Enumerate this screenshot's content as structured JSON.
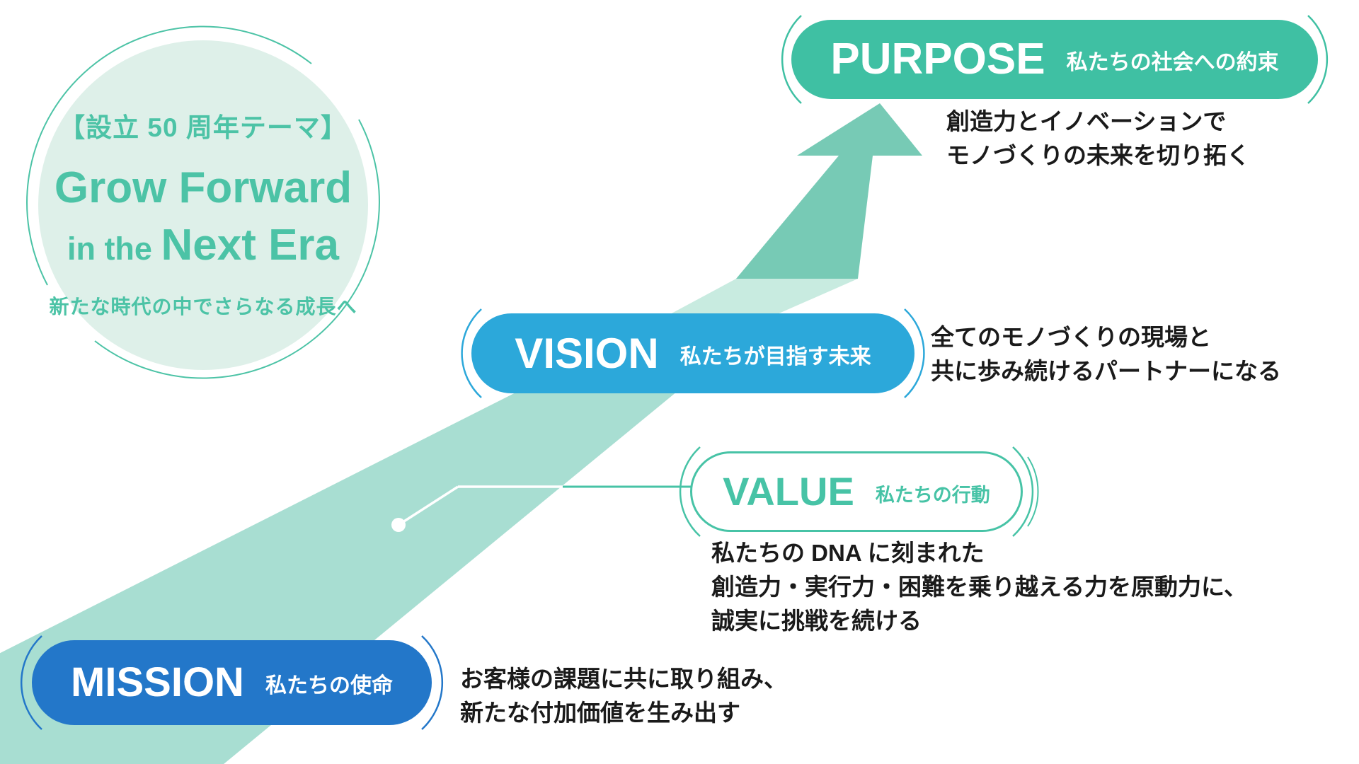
{
  "theme_circle": {
    "heading": "【設立 50 周年テーマ】",
    "title_line1": "Grow Forward",
    "title_line2_prefix": "in the ",
    "title_line2_main": "Next Era",
    "tagline": "新たな時代の中でさらなる成長へ"
  },
  "purpose": {
    "label": "PURPOSE",
    "sublabel": "私たちの社会への約束",
    "desc1": "創造力とイノベーションで",
    "desc2": "モノづくりの未来を切り拓く"
  },
  "vision": {
    "label": "VISION",
    "sublabel": "私たちが目指す未来",
    "desc1": "全てのモノづくりの現場と",
    "desc2": "共に歩み続けるパートナーになる"
  },
  "value": {
    "label": "VALUE",
    "sublabel": "私たちの行動",
    "desc1": "私たちの DNA に刻まれた",
    "desc2": "創造力・実行力・困難を乗り越える力を原動力に、",
    "desc3": "誠実に挑戦を続ける"
  },
  "mission": {
    "label": "MISSION",
    "sublabel": "私たちの使命",
    "desc1": "お客様の課題に共に取り組み、",
    "desc2": "新たな付加価値を生み出す"
  },
  "colors": {
    "purpose_teal": "#3fc0a3",
    "vision_blue": "#2ca8da",
    "mission_blue": "#2377c9",
    "value_teal": "#47c3a6",
    "circle_teal": "#4cc3a6",
    "circle_fill": "#def0e9",
    "band": "#a8ded2",
    "band_light": "#c8ebe0",
    "arrow": "#77cab5",
    "text_dark": "#1a1a1a"
  }
}
